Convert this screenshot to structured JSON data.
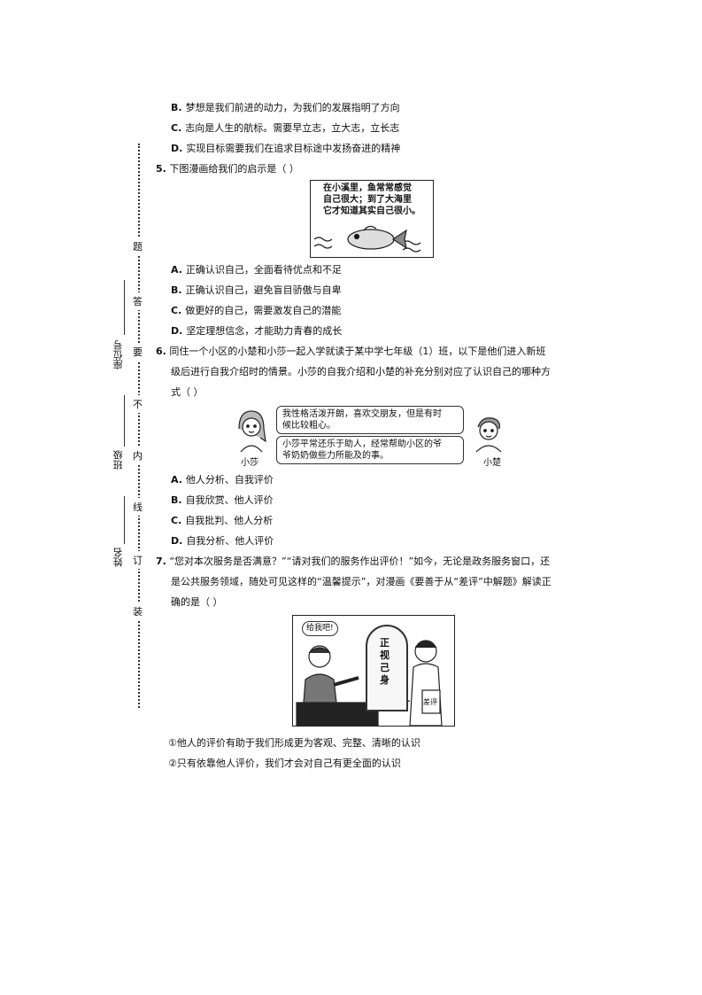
{
  "side_margin": {
    "binding_chars": [
      "题",
      "答",
      "要",
      "不",
      "内",
      "线",
      "订",
      "装"
    ],
    "fields": [
      "座位号",
      "班级",
      "姓名"
    ]
  },
  "q4_options": [
    {
      "letter": "B.",
      "text": "梦想是我们前进的动力，为我们的发展指明了方向"
    },
    {
      "letter": "C.",
      "text": "志向是人生的航标。需要早立志，立大志，立长志"
    },
    {
      "letter": "D.",
      "text": "实现目标需要我们在追求目标途中发扬奋进的精神"
    }
  ],
  "q5": {
    "number": "5.",
    "stem": "下图漫画给我们的启示是（    ）",
    "comic_text": [
      "在小溪里，鱼常常感觉",
      "自己很大；到了大海里",
      "它才知道其实自己很小。"
    ],
    "options": [
      {
        "letter": "A.",
        "text": "正确认识自己，全面看待优点和不足"
      },
      {
        "letter": "B.",
        "text": "正确认识自己，避免盲目骄傲与自卑"
      },
      {
        "letter": "C.",
        "text": "做更好的自己，需要激发自己的潜能"
      },
      {
        "letter": "D.",
        "text": "坚定理想信念，才能助力青春的成长"
      }
    ]
  },
  "q6": {
    "number": "6.",
    "stem_lines": [
      "同住一个小区的小楚和小莎一起入学就读于某中学七年级（1）班，以下是他们进入新班",
      "级后进行自我介绍时的情景。小莎的自我介绍和小楚的补充分别对应了认识自己的哪种方",
      "式（    ）"
    ],
    "bubble1": [
      "我性格活泼开朗，喜欢交朋友，但是有时",
      "候比较粗心。"
    ],
    "bubble2": [
      "小莎平常还乐于助人，经常帮助小区的爷",
      "爷奶奶做些力所能及的事。"
    ],
    "left_name": "小莎",
    "right_name": "小楚",
    "options": [
      {
        "letter": "A.",
        "text": "他人分析、自我评价"
      },
      {
        "letter": "B.",
        "text": "自我欣赏、他人评价"
      },
      {
        "letter": "C.",
        "text": "自我批判、他人分析"
      },
      {
        "letter": "D.",
        "text": "自我分析、他人评价"
      }
    ]
  },
  "q7": {
    "number": "7.",
    "stem_lines": [
      "“您对本次服务是否满意？”“请对我们的服务作出评价！”如今，无论是政务服务窗口，还",
      "是公共服务领域，随处可见这样的“温馨提示”，对漫画《要善于从“差评”中解题》解读正",
      "确的是（    ）"
    ],
    "comic": {
      "speech": "给我吧!",
      "stone": "正视己身",
      "paper": "差评"
    },
    "statements": [
      "①他人的评价有助于我们形成更为客观、完整、清晰的认识",
      "②只有依靠他人评价，我们才会对自己有更全面的认识"
    ]
  }
}
